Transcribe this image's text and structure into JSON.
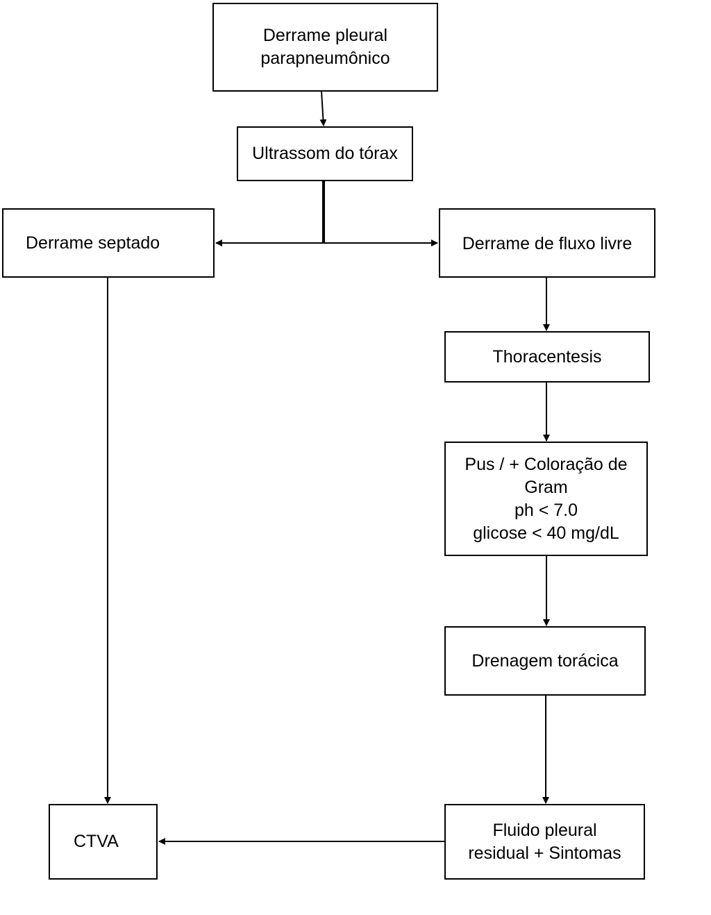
{
  "diagram": {
    "nodes": {
      "derrame_pleural": [
        "Derrame pleural",
        "parapneumônico"
      ],
      "ultrassom": [
        "Ultrassom do tórax"
      ],
      "derrame_septado": [
        "Derrame septado"
      ],
      "derrame_fluxo_livre": [
        "Derrame de fluxo livre"
      ],
      "thoracentesis": [
        "Thoracentesis"
      ],
      "pus_criteria": [
        "Pus / + Coloração de",
        "Gram",
        "ph < 7.0",
        "glicose < 40 mg/dL"
      ],
      "drenagem": [
        "Drenagem torácica"
      ],
      "fluido_residual": [
        "Fluido pleural",
        "residual + Sintomas"
      ],
      "ctva": [
        "CTVA"
      ]
    }
  }
}
